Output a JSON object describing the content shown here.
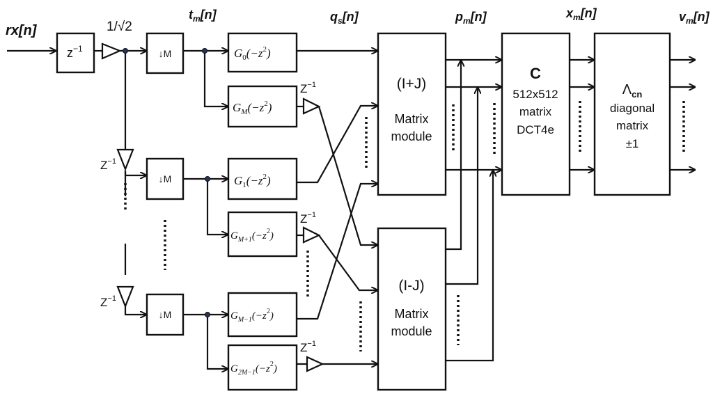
{
  "signals": {
    "rx": "rx[n]",
    "t_m": "t",
    "t_sub": "m",
    "q_s": "q",
    "q_sub": "s",
    "p_m": "p",
    "p_sub": "m",
    "x_m": "x",
    "x_sub": "m",
    "v_m": "v",
    "v_sub": "m",
    "n_suffix": "[n]"
  },
  "scale_label": "1/√2",
  "delay": {
    "base": "z",
    "exp": "−1",
    "Z": "Z"
  },
  "downsample_label": "↓M",
  "filters": [
    {
      "name": "G",
      "sub": "0",
      "arg": "(−z",
      "pow": "2",
      "close": ")"
    },
    {
      "name": "G",
      "sub": "M",
      "arg": "(−z",
      "pow": "2",
      "close": ")"
    },
    {
      "name": "G",
      "sub": "1",
      "arg": "(−z",
      "pow": "2",
      "close": ")"
    },
    {
      "name": "G",
      "sub": "M+1",
      "arg": "(−z",
      "pow": "2",
      "close": ")"
    },
    {
      "name": "G",
      "sub": "M−1",
      "arg": "(−z",
      "pow": "2",
      "close": ")"
    },
    {
      "name": "G",
      "sub": "2M−1",
      "arg": "(−z",
      "pow": "2",
      "close": ")"
    }
  ],
  "matrix_plus": {
    "line1": "(I+J)",
    "line2": "Matrix",
    "line3": "module"
  },
  "matrix_minus": {
    "line1": "(I-J)",
    "line2": "Matrix",
    "line3": "module"
  },
  "dct": {
    "line1": "C",
    "line2": "512x512",
    "line3": "matrix",
    "line4": "DCT4e"
  },
  "diag": {
    "symbol": "Λ",
    "sub": "cn",
    "line2": "diagonal",
    "line3": "matrix",
    "line4": "±1"
  }
}
